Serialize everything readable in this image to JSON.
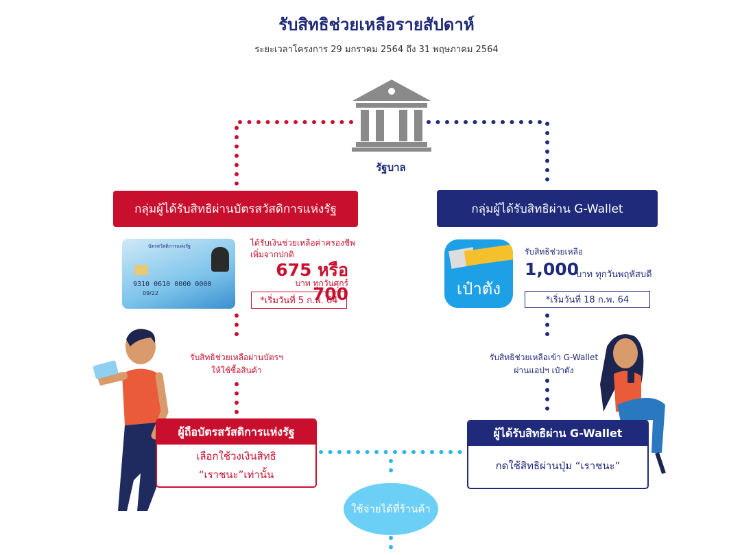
{
  "header": {
    "title": "รับสิทธิช่วยเหลือรายสัปดาห์",
    "subtitle": "ระยะเวลาโครงการ 29 มกราคม 2564 ถึง 31 พฤษภาคม 2564"
  },
  "government": {
    "label": "รัฐบาล",
    "icon": "bank-icon"
  },
  "colors": {
    "red": "#c8102e",
    "navy": "#1f2a7a",
    "cyan": "#6ccff6",
    "app_blue": "#1ea0e6"
  },
  "welfare": {
    "header": "กลุ่มผู้ได้รับสิทธิผ่านบัตรสวัสดิการแห่งรัฐ",
    "card": {
      "number": "9310 0610 0000 0000",
      "expiry": "09/22",
      "card_title": "บัตรสวัสดิการแห่งรัฐ"
    },
    "desc_line1": "ได้รับเงินช่วยเหลือค่าครองชีพ",
    "desc_line2": "เพิ่มจากปกติ",
    "amount": "675 หรือ 700",
    "unit": "บาท ทุกวันศุกร์",
    "start": "*เริ่มวันที่ 5 ก.พ. 64",
    "flow_line1": "รับสิทธิช่วยเหลือผ่านบัตรฯ",
    "flow_line2": "ให้ใช้ซื้อสินค้า",
    "box_header": "ผู้ถือบัตรสวัสดิการแห่งรัฐ",
    "box_line1": "เลือกใช้วงเงินสิทธิ",
    "box_line2": "“เราชนะ”เท่านั้น"
  },
  "gwallet": {
    "header": "กลุ่มผู้ได้รับสิทธิผ่าน G-Wallet",
    "app_name": "เป๋าตัง",
    "desc": "รับสิทธิช่วยเหลือ",
    "amount": "1,000",
    "unit": "บาท ทุกวันพฤหัสบดี",
    "start": "*เริ่มวันที่ 18 ก.พ. 64",
    "flow_line1": "รับสิทธิช่วยเหลือเข้า G-Wallet",
    "flow_line2": "ผ่านแอปฯ เป๋าตัง",
    "box_header": "ผู้ได้รับสิทธิผ่าน G-Wallet",
    "box_line1": "กดใช้สิทธิผ่านปุ่ม “เราชนะ”"
  },
  "shop": {
    "label": "ใช้จ่ายได้ที่ร้านค้า"
  }
}
